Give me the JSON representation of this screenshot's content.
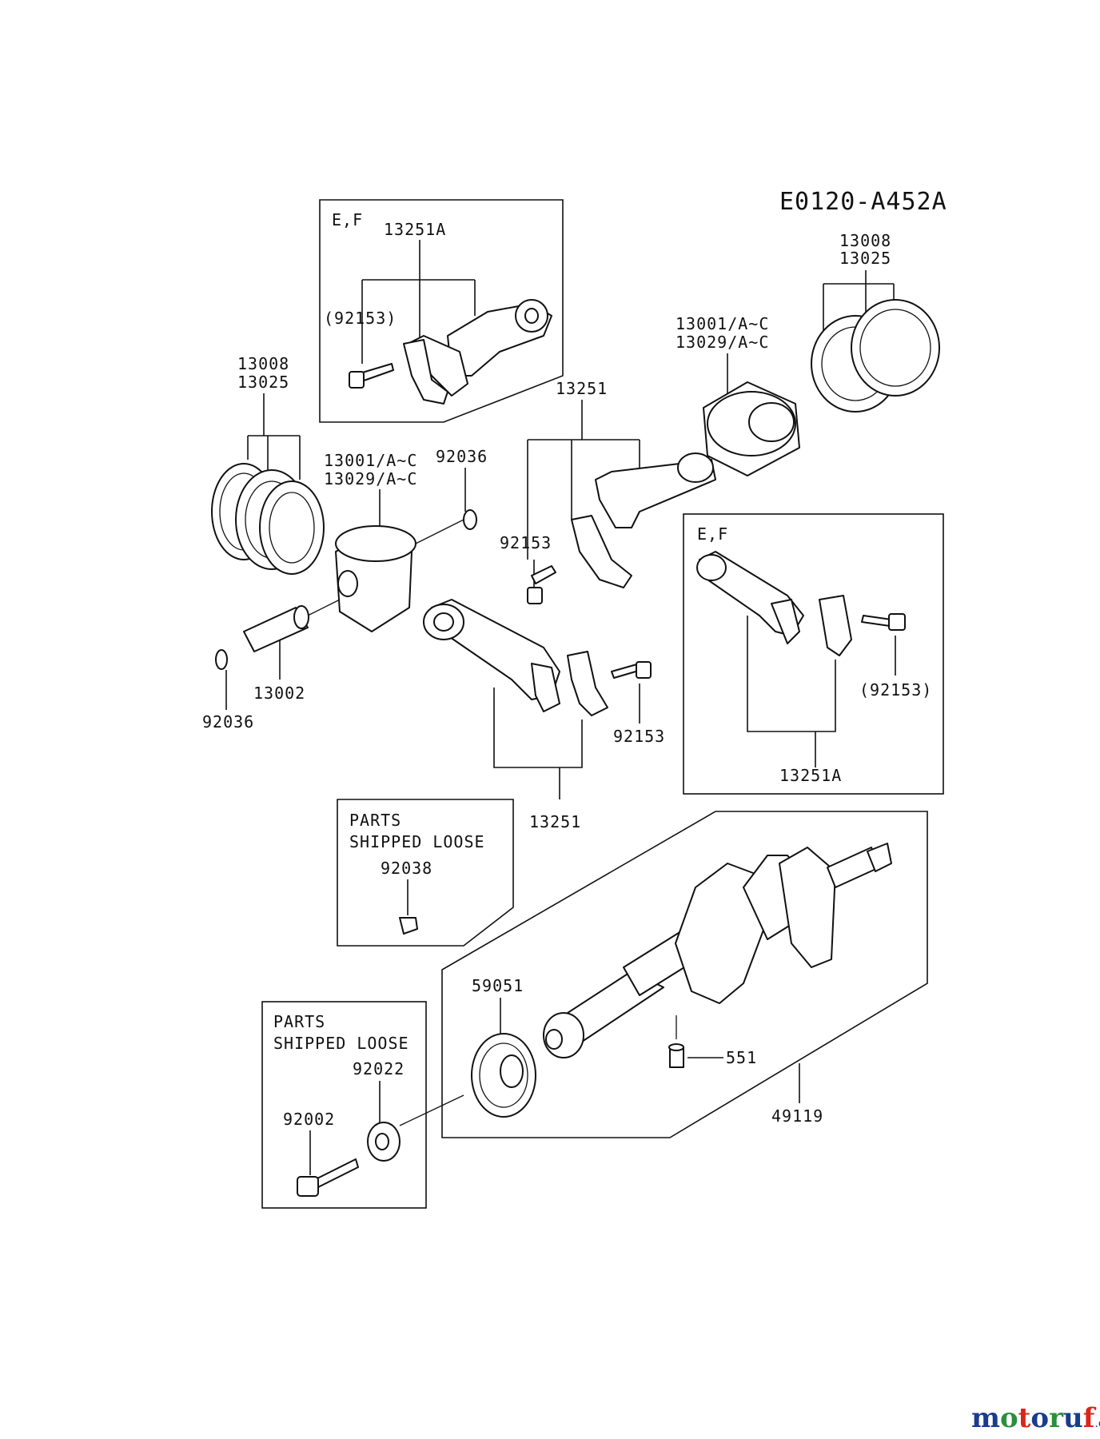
{
  "diagram_code": "E0120-A452A",
  "boxes": {
    "top_variant": {
      "tag": "E,F",
      "assembly": "13251A",
      "bolt": "(92153)"
    },
    "right_variant": {
      "tag": "E,F",
      "bolt": "(92153)",
      "assembly": "13251A"
    },
    "loose_key": {
      "line1": "PARTS",
      "line2": "SHIPPED LOOSE",
      "part": "92038"
    },
    "loose_gear": {
      "line1": "PARTS",
      "line2": "SHIPPED LOOSE",
      "washer": "92022",
      "bolt": "92002"
    },
    "crank_group": {
      "crankshaft": "49119",
      "gear": "59051",
      "dowel": "551"
    }
  },
  "left_group": {
    "rings_a": "13008",
    "rings_b": "13025",
    "piston_a": "13001/A~C",
    "piston_b": "13029/A~C",
    "clip_top": "92036",
    "pin": "13002",
    "clip_bottom": "92036",
    "rod": "13251",
    "rod_bolt": "92153"
  },
  "right_group": {
    "rings_a": "13008",
    "rings_b": "13025",
    "piston_a": "13001/A~C",
    "piston_b": "13029/A~C",
    "rod": "13251",
    "rod_bolt": "92153"
  },
  "watermark": {
    "brand": "motoruf",
    "tld": ".de",
    "colors": [
      "#1a3c8c",
      "#2a8f3c",
      "#d9261c",
      "#1a3c8c",
      "#2a8f3c",
      "#1a3c8c",
      "#d9261c"
    ]
  }
}
